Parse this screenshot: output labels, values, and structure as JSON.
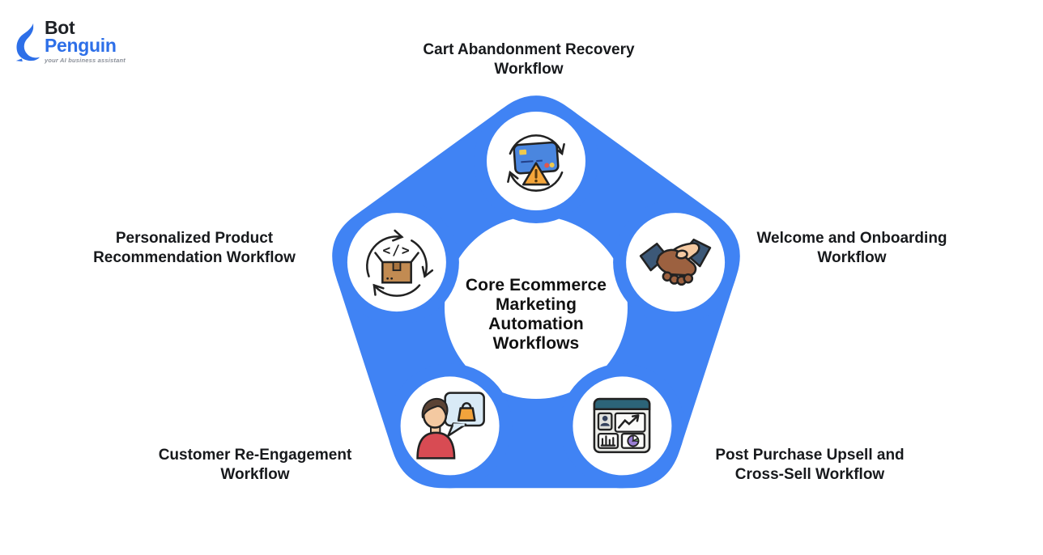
{
  "logo": {
    "brand_first": "Bot",
    "brand_second": "Penguin",
    "tagline": "your AI business assistant"
  },
  "diagram": {
    "center_title_lines": [
      "Core Ecommerce",
      "Marketing",
      "Automation",
      "Workflows"
    ],
    "code_glyph": "</>",
    "nodes": [
      {
        "id": "cart-abandonment-recovery",
        "icon": "credit-card-warning-refresh-icon",
        "label_lines": [
          "Cart Abandonment Recovery",
          "Workflow"
        ]
      },
      {
        "id": "welcome-onboarding",
        "icon": "handshake-icon",
        "label_lines": [
          "Welcome and Onboarding",
          "Workflow"
        ]
      },
      {
        "id": "post-purchase-upsell",
        "icon": "analytics-dashboard-icon",
        "label_lines": [
          "Post Purchase Upsell and",
          "Cross-Sell Workflow"
        ]
      },
      {
        "id": "customer-reengagement",
        "icon": "customer-speech-bag-icon",
        "label_lines": [
          "Customer Re-Engagement",
          "Workflow"
        ]
      },
      {
        "id": "personalized-recommendation",
        "icon": "package-code-refresh-icon",
        "label_lines": [
          "Personalized Product",
          "Recommendation Workflow"
        ]
      }
    ],
    "colors": {
      "pentagon_blue": "#4083F4",
      "logo_blue": "#2D6FE8",
      "tagline_gray": "#8A8F98",
      "card_blue": "#4A86DF",
      "warning_orange": "#F5A63B",
      "box_brown": "#C28B52",
      "shirt_red": "#D84B53",
      "bag_orange": "#F2A33C",
      "bubble_blue": "#D9EAF6",
      "sleeve_navy": "#3C5877",
      "hand_brown": "#9C6140",
      "hand_light": "#F4C9A1",
      "dashboard_teal": "#2C6478",
      "pie_purple": "#9B7FD4"
    }
  }
}
